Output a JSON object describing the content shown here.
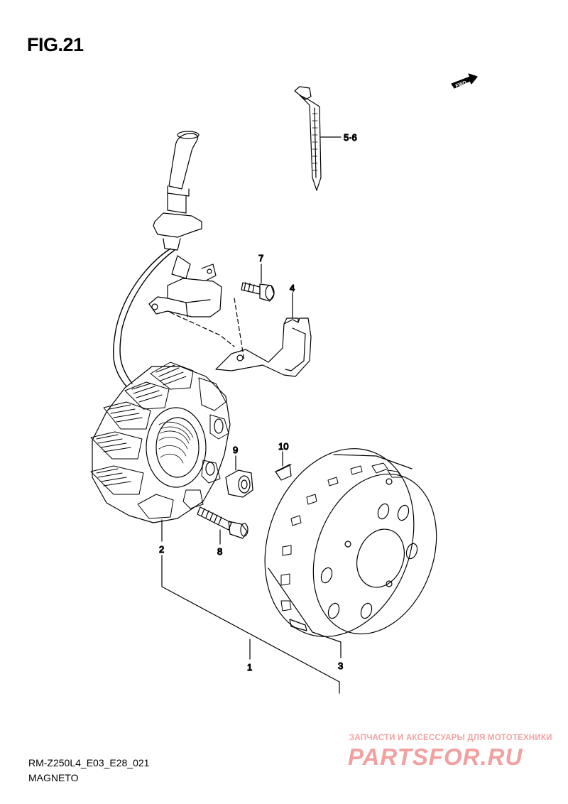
{
  "figure": {
    "title": "FIG.21"
  },
  "footer": {
    "code": "RM-Z250L4_E03_E28_021",
    "name": "MAGNETO"
  },
  "fwd_label": "FWD",
  "callouts": {
    "c1": "1",
    "c2": "2",
    "c3": "3",
    "c4": "4",
    "c56": "5·6",
    "c7": "7",
    "c8": "8",
    "c9": "9",
    "c10": "10"
  },
  "watermark": {
    "tagline": "ЗАПЧАСТИ И АКСЕССУАРЫ ДЛЯ МОТОТЕХНИКИ",
    "logo": "PARTSFOR.RU"
  },
  "colors": {
    "line": "#000000",
    "watermark": "#f2a0a0"
  }
}
